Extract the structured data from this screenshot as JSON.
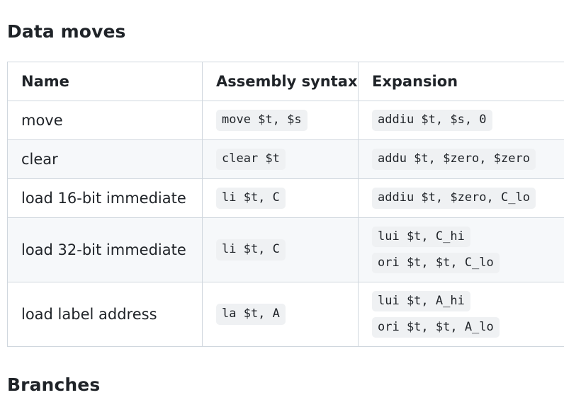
{
  "headings": {
    "data_moves": "Data moves",
    "branches": "Branches"
  },
  "table": {
    "columns": [
      "Name",
      "Assembly syntax",
      "Expansion"
    ],
    "rows": [
      {
        "name": "move",
        "syntax": "move $t, $s",
        "expansion": [
          "addiu $t, $s, 0"
        ]
      },
      {
        "name": "clear",
        "syntax": "clear $t",
        "expansion": [
          "addu $t, $zero, $zero"
        ]
      },
      {
        "name": "load 16-bit immediate",
        "syntax": "li $t, C",
        "expansion": [
          "addiu $t, $zero, C_lo"
        ]
      },
      {
        "name": "load 32-bit immediate",
        "syntax": "li $t, C",
        "expansion": [
          "lui $t, C_hi",
          "ori $t, $t, C_lo"
        ]
      },
      {
        "name": "load label address",
        "syntax": "la $t, A",
        "expansion": [
          "lui $t, A_hi",
          "ori $t, $t, A_lo"
        ]
      }
    ]
  }
}
